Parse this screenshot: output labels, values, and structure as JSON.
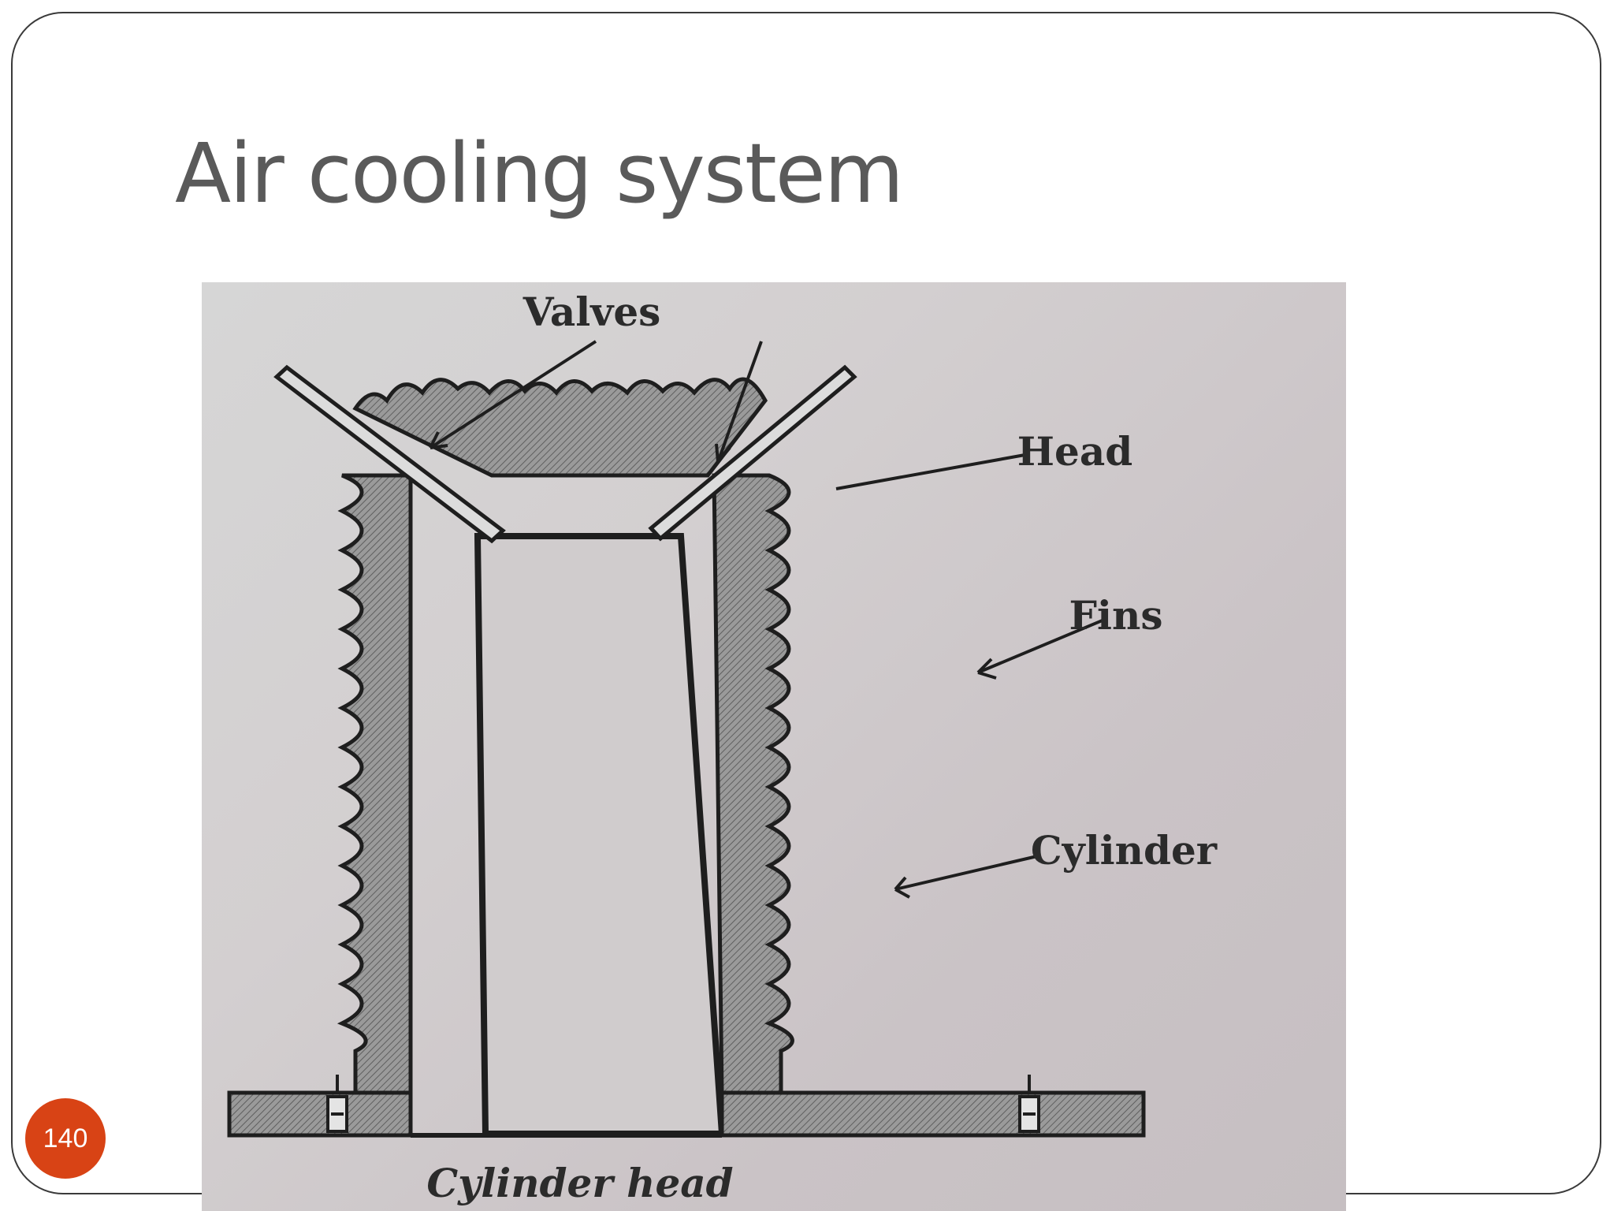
{
  "slide": {
    "title": "Air cooling system",
    "page_number": "140"
  },
  "diagram": {
    "labels": {
      "valves": "Valves",
      "head": "Head",
      "fins": "Fins",
      "cylinder": "Cylinder"
    },
    "caption": "Cylinder head"
  },
  "colors": {
    "title_text": "#5a5a5a",
    "badge_background": "#d84315",
    "badge_text": "#ffffff",
    "frame_border": "#3a3a3a"
  }
}
